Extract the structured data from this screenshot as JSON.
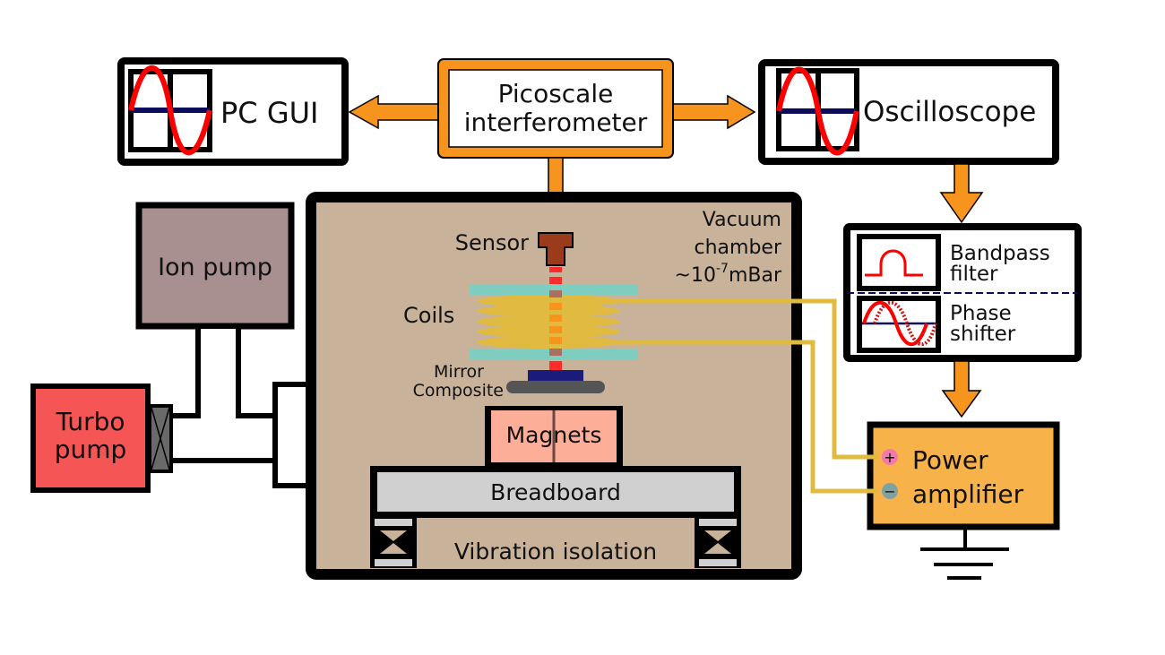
{
  "title": "Experimental setup schematic",
  "blocks": {
    "pc_gui": {
      "label": "PC GUI"
    },
    "interferometer": {
      "line1": "Picoscale",
      "line2": "interferometer"
    },
    "oscilloscope": {
      "label": "Oscilloscope"
    },
    "bandpass": {
      "line1": "Bandpass",
      "line2": "filter"
    },
    "phase_shifter": {
      "line1": "Phase",
      "line2": "shifter"
    },
    "power_amplifier": {
      "line1": "Power",
      "line2": "amplifier",
      "plus": "+",
      "minus": "−"
    },
    "ion_pump": {
      "label": "Ion pump"
    },
    "turbo_pump": {
      "line1": "Turbo",
      "line2": "pump"
    },
    "vacuum_chamber": {
      "line1": "Vacuum",
      "line2": "chamber",
      "pressure_prefix": "~10",
      "pressure_exp": "-7",
      "pressure_unit": "mBar"
    },
    "sensor": {
      "label": "Sensor"
    },
    "coils": {
      "label": "Coils"
    },
    "mirror": {
      "line1": "Mirror",
      "line2": "Composite"
    },
    "magnets": {
      "label": "Magnets"
    },
    "breadboard": {
      "label": "Breadboard"
    },
    "vibration": {
      "label": "Vibration isolation"
    }
  },
  "icons": [
    "sine-wave-screen-icon",
    "bandpass-curve-icon",
    "phase-shift-icon",
    "ground-symbol-icon",
    "valve-icon"
  ],
  "colors": {
    "orange": "#f7941d",
    "chamber": "#c8b29a",
    "ion_pump": "#a89090",
    "turbo": "#f65555",
    "amplifier": "#f8b24a",
    "wire": "#e0bb40",
    "coil_plate": "#7fcdbf",
    "sensor": "#9a3c1c",
    "mirror": "#1b1b7a",
    "composite": "#555555",
    "magnets": "#fcae98",
    "breadboard": "#d0d0d0",
    "sine": "#ff0000",
    "axis": "#0b0b5a",
    "plus": "#f37aa8",
    "minus": "#7fa2a0"
  }
}
